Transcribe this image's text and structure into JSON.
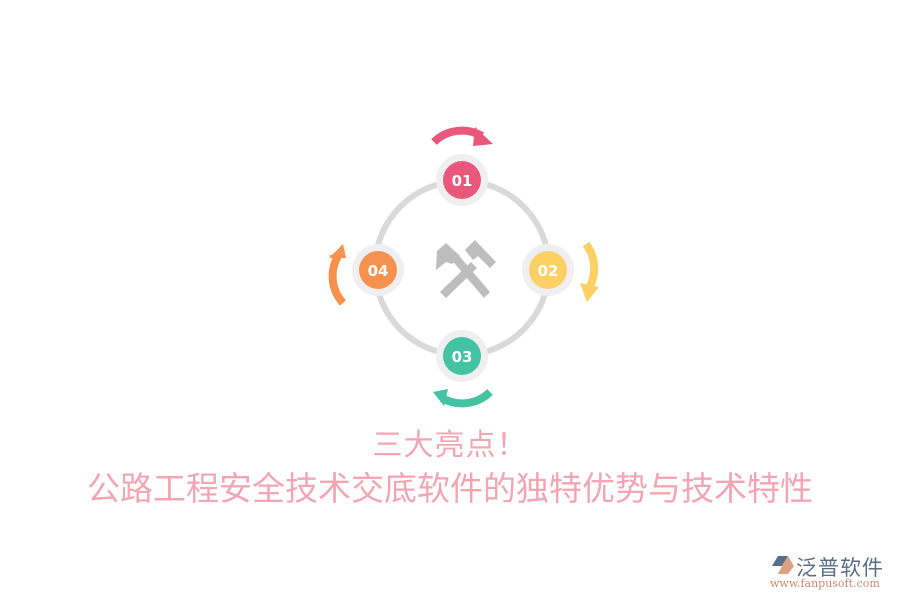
{
  "diagram": {
    "center_icon": "crossed-hammers-icon",
    "ring_color": "#d9d9d9",
    "node_halo_color": "#efeff1",
    "icon_color": "#bdbdbd",
    "nodes": [
      {
        "label": "01",
        "color": "#e9577a",
        "position": "top",
        "arrow": "clockwise-arc-top"
      },
      {
        "label": "02",
        "color": "#fdd066",
        "position": "right",
        "arrow": "clockwise-arc-right"
      },
      {
        "label": "03",
        "color": "#44c3a3",
        "position": "bottom",
        "arrow": "clockwise-arc-bottom"
      },
      {
        "label": "04",
        "color": "#f6924d",
        "position": "left",
        "arrow": "clockwise-arc-left"
      }
    ]
  },
  "title": {
    "line1": "三大亮点！",
    "line2": "公路工程安全技术交底软件的独特优势与技术特性",
    "color": "#f2a6b3"
  },
  "logo": {
    "name": "泛普软件",
    "url": "www.fanpusoft.com",
    "name_color": "#5a6d86",
    "url_color": "#c98a6b"
  }
}
